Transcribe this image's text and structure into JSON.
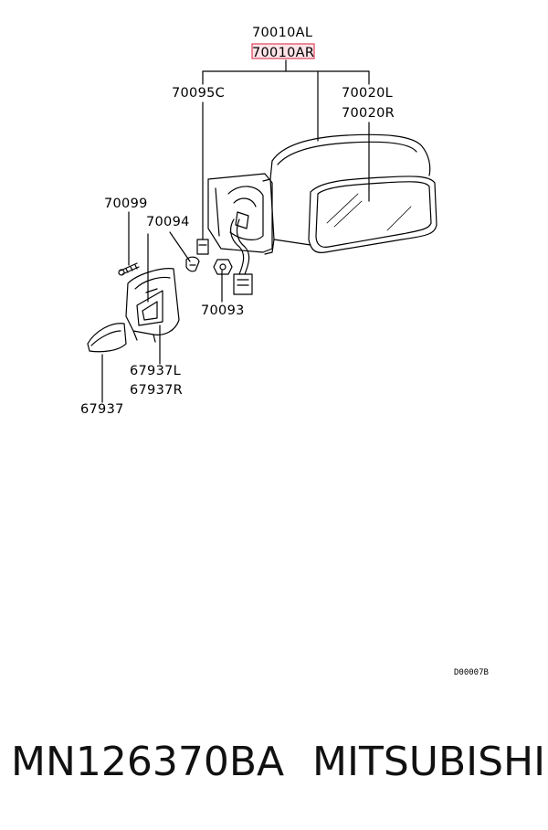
{
  "diagram": {
    "parts": {
      "mirror_assy_left": "70010AL",
      "mirror_assy_right": "70010AR",
      "screw_70095c": "70095C",
      "mirror_glass_left": "70020L",
      "mirror_glass_right": "70020R",
      "screw_70099": "70099",
      "clip_70094": "70094",
      "nut_70093": "70093",
      "cover_inner_left": "67937L",
      "cover_inner_right": "67937R",
      "cover_trim": "67937"
    },
    "drawing_code": "D00007B",
    "highlight_color": "#e0506a"
  },
  "footer": {
    "part_number": "MN126370BA",
    "brand": "MITSUBISHI"
  }
}
